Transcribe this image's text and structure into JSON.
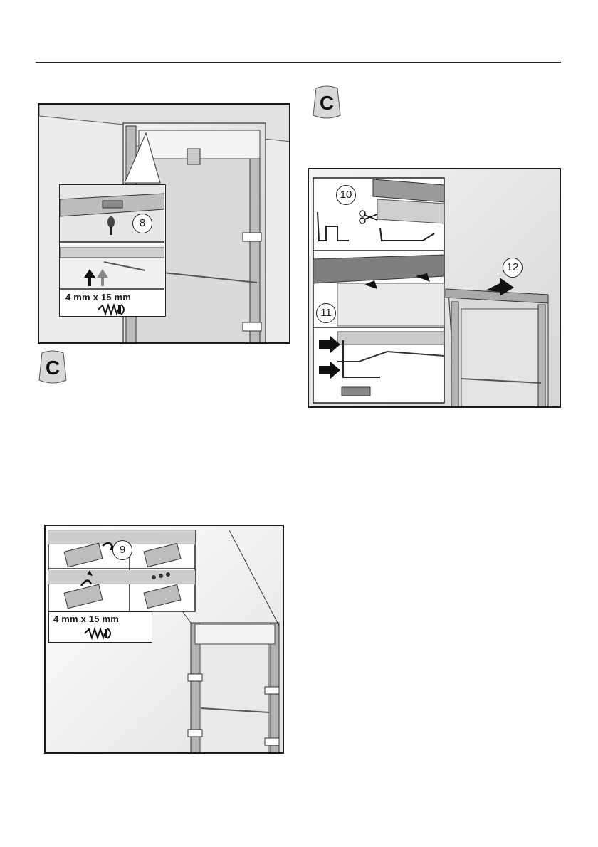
{
  "badges": {
    "kit_letter": "C"
  },
  "figure_top_left": {
    "callout": "8",
    "screw_size": "4 mm x 15 mm"
  },
  "figure_top_right": {
    "callouts": [
      "10",
      "11",
      "12"
    ]
  },
  "figure_bottom_left": {
    "callout": "9",
    "screw_size": "4 mm x 15 mm"
  }
}
